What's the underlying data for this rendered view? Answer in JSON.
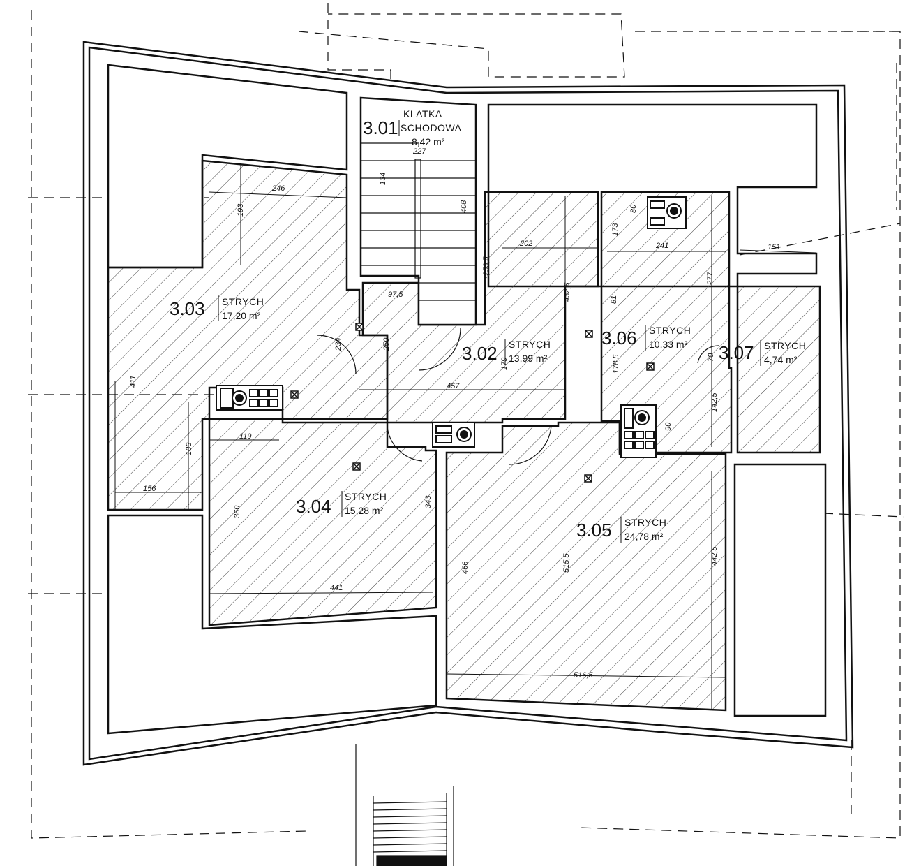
{
  "rooms": [
    {
      "id": "r301",
      "number": "3.01",
      "name_line1": "KLATKA",
      "name_line2": "SCHODOWA",
      "area": "8,42 m²"
    },
    {
      "id": "r302",
      "number": "3.02",
      "name": "STRYCH",
      "area": "13,99 m²"
    },
    {
      "id": "r303",
      "number": "3.03",
      "name": "STRYCH",
      "area": "17,20 m²"
    },
    {
      "id": "r304",
      "number": "3.04",
      "name": "STRYCH",
      "area": "15,28 m²"
    },
    {
      "id": "r305",
      "number": "3.05",
      "name": "STRYCH",
      "area": "24,78 m²"
    },
    {
      "id": "r306",
      "number": "3.06",
      "name": "STRYCH",
      "area": "10,33 m²"
    },
    {
      "id": "r307",
      "number": "3.07",
      "name": "STRYCH",
      "area": "4,74 m²"
    }
  ],
  "dimensions": {
    "d227": "227",
    "d134": "134",
    "d408": "408",
    "d246": "246",
    "d193": "193",
    "d97_5": "97,5",
    "d202": "202",
    "d253_5": "253,5",
    "d432_5": "432,5",
    "d80": "80",
    "d173": "173",
    "d241": "241",
    "d151": "151",
    "d277": "277",
    "d81": "81",
    "d234": "234",
    "d250": "250",
    "d179": "179",
    "d178_5": "178,5",
    "d70": "70",
    "d457": "457",
    "d142_5": "142,5",
    "d90": "90",
    "d411": "411",
    "d119": "119",
    "d183": "183",
    "d156": "156",
    "d360": "360",
    "d343": "343",
    "d441": "441",
    "d466": "466",
    "d515_5": "515,5",
    "d442_5": "442,5",
    "d516_5": "516,5"
  },
  "colors": {
    "line": "#111111",
    "hatch": "#444444",
    "background": "#ffffff"
  }
}
